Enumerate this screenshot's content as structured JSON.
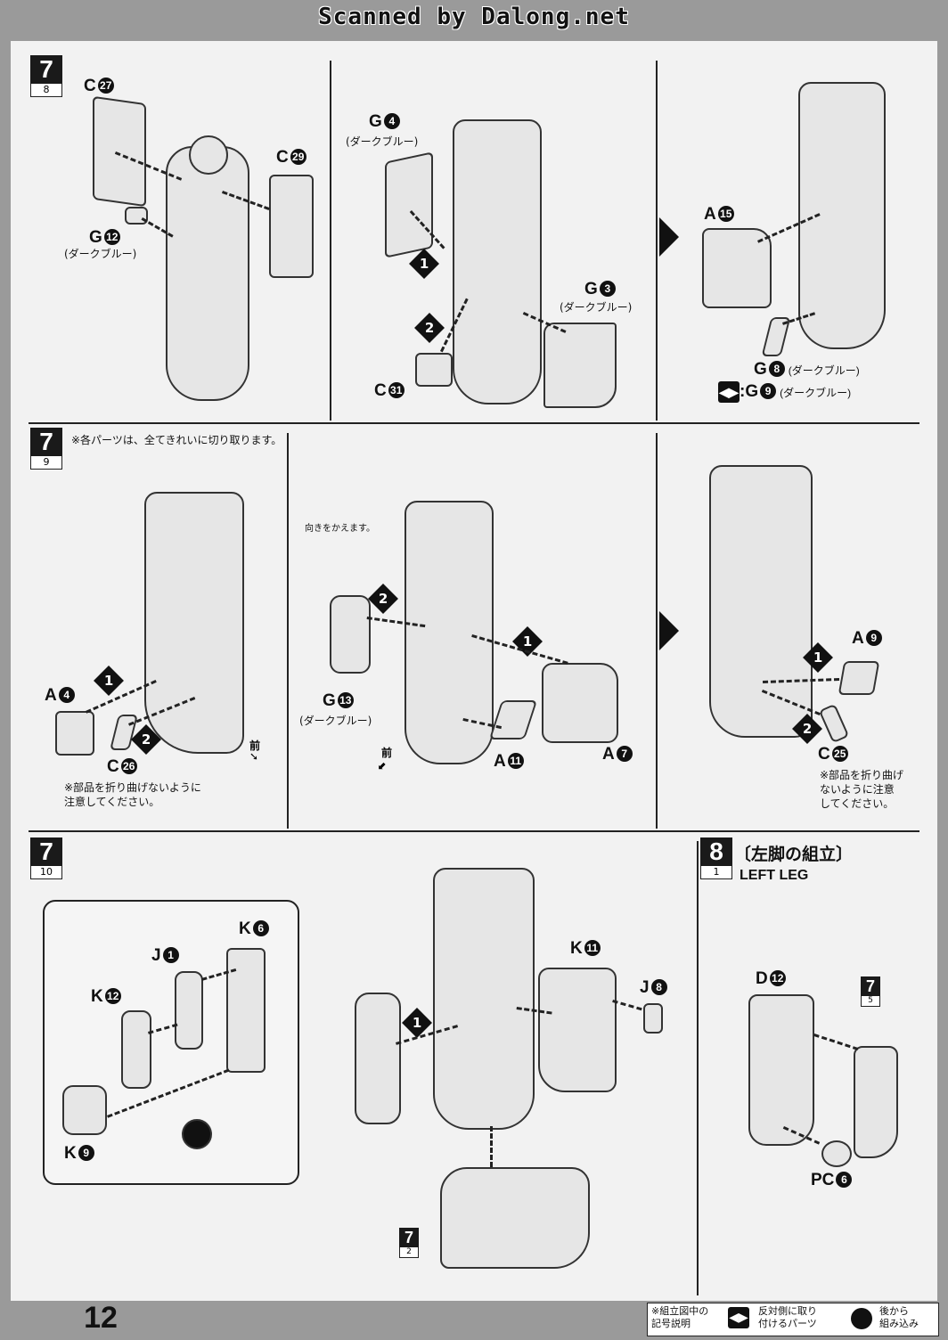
{
  "header": {
    "scan_credit": "Scanned by Dalong.net"
  },
  "panels": {
    "p1": {
      "step": "7",
      "sub": "8",
      "labels": {
        "c27": "C",
        "c27n": "27",
        "c29": "C",
        "c29n": "29",
        "g12": "G",
        "g12n": "12",
        "g12s": "(ダークブルー)"
      }
    },
    "p2": {
      "labels": {
        "g4": "G",
        "g4n": "4",
        "g4s": "(ダークブルー)",
        "g3": "G",
        "g3n": "3",
        "g3s": "(ダークブルー)",
        "c31": "C",
        "c31n": "31"
      }
    },
    "p3": {
      "labels": {
        "a15": "A",
        "a15n": "15",
        "g8": "G",
        "g8n": "8",
        "g8s": "(ダークブルー)",
        "g9": ":G",
        "g9n": "9",
        "g9s": "(ダークブルー)"
      }
    },
    "p4": {
      "step": "7",
      "sub": "9",
      "note": "※各パーツは、全てきれいに切り取ります。",
      "labels": {
        "a4": "A",
        "a4n": "4",
        "c26": "C",
        "c26n": "26"
      },
      "fold_note": "※部品を折り曲げないように\n注意してください。",
      "front": "前"
    },
    "p5": {
      "turn_note": "向きをかえます。",
      "labels": {
        "g13": "G",
        "g13n": "13",
        "g13s": "(ダークブルー)",
        "a11": "A",
        "a11n": "11",
        "a7": "A",
        "a7n": "7"
      },
      "front": "前"
    },
    "p6": {
      "labels": {
        "a9": "A",
        "a9n": "9",
        "c25": "C",
        "c25n": "25"
      },
      "fold_note": "※部品を折り曲げ\nないように注意\nしてください。"
    },
    "p7": {
      "step": "7",
      "sub": "10",
      "labels": {
        "j1": "J",
        "j1n": "1",
        "k6": "K",
        "k6n": "6",
        "k12": "K",
        "k12n": "12",
        "k9": "K",
        "k9n": "9",
        "k11": "K",
        "k11n": "11",
        "j8": "J",
        "j8n": "8"
      },
      "ref_step": "7",
      "ref_sub": "2"
    },
    "p8": {
      "step": "8",
      "title_jp": "〔左脚の組立〕",
      "title_en": "LEFT LEG",
      "sub": "1",
      "labels": {
        "d12": "D",
        "d12n": "12",
        "pc6": "PC",
        "pc6n": "6"
      },
      "ref_step": "7",
      "ref_sub": "5"
    }
  },
  "order": {
    "one": "1",
    "two": "2"
  },
  "footer": {
    "page_number": "12",
    "legend_title": "※組立図中の\n記号説明",
    "legend_mirror": "反対側に取り\n付けるパーツ",
    "legend_later": "後から\n組み込み"
  }
}
